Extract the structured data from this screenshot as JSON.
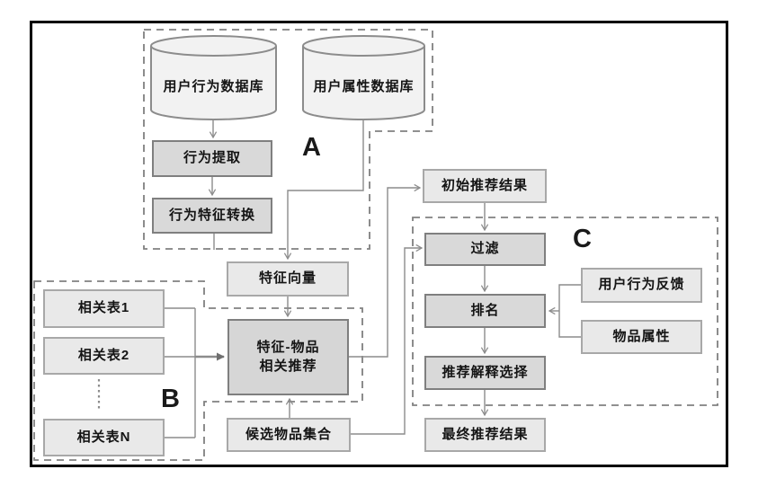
{
  "diagram": {
    "title_hint": "recommendation-system-flow",
    "section_labels": {
      "a": "A",
      "b": "B",
      "c": "C"
    },
    "nodes": {
      "user_behavior_db": "用户行为数据库",
      "user_attribute_db": "用户属性数据库",
      "behavior_extraction": "行为提取",
      "behavior_feature_conversion": "行为特征转换",
      "initial_recommendation": "初始推荐结果",
      "feature_vector": "特征向量",
      "feature_item_line1": "特征-物品",
      "feature_item_line2": "相关推荐",
      "candidate_item_set": "候选物品集合",
      "related_table_1": "相关表1",
      "related_table_2": "相关表2",
      "related_table_n": "相关表N",
      "filter": "过滤",
      "ranking": "排名",
      "explanation_selection": "推荐解释选择",
      "final_recommendation": "最终推荐结果",
      "user_behavior_feedback": "用户行为反馈",
      "item_attribute": "物品属性"
    },
    "colors": {
      "process_box_fill": "#d9d9d9",
      "process_box_border": "#7f7f7f",
      "data_box_fill": "#e9e9e9",
      "data_box_border": "#a8a8a8",
      "cylinder_fill": "#f2f2f2",
      "cylinder_border": "#8c8c8c",
      "connector_line": "#8c8c8c",
      "dashed_outline": "#808080",
      "outer_frame": "#000000",
      "background": "#ffffff"
    }
  }
}
